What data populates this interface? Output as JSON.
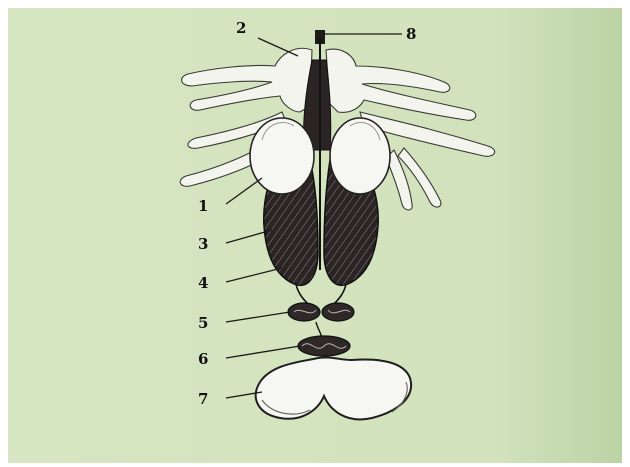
{
  "figure": {
    "labels": [
      "2",
      "8",
      "1",
      "3",
      "4",
      "5",
      "6",
      "7"
    ],
    "colors": {
      "background": "#d4e4bf",
      "background_right": "#c3d8ad",
      "frame": "#ffffff",
      "fat_body": "#f4f4ee",
      "organ_dark": "#2b2424",
      "organ_stripe": "#c9c2bf",
      "ink": "#111111"
    }
  }
}
